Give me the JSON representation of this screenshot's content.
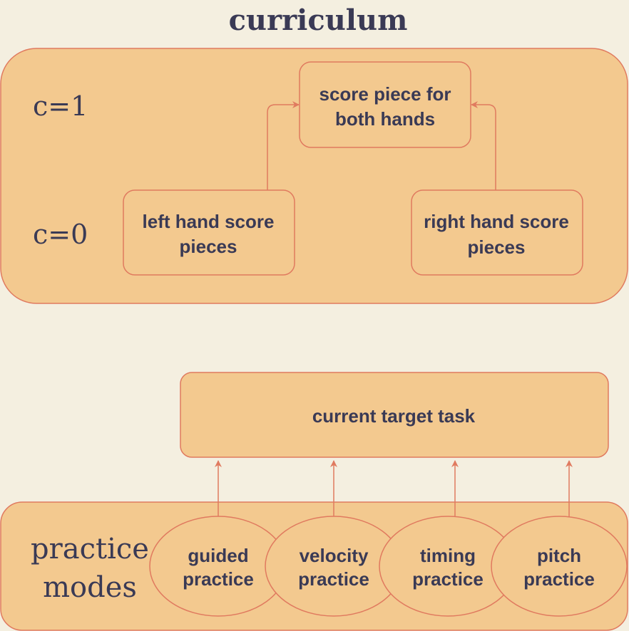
{
  "title": "curriculum",
  "colors": {
    "background": "#F4EFE0",
    "fill": "#F3C98F",
    "stroke": "#E07A5F",
    "text": "#3A3A55"
  },
  "curriculum": {
    "levels": [
      "c=1",
      "c=0"
    ],
    "nodes": {
      "both_hands": [
        "score piece for",
        "both hands"
      ],
      "left_hand": [
        "left hand score",
        "pieces"
      ],
      "right_hand": [
        "right hand score",
        "pieces"
      ]
    }
  },
  "target_task": "current target task",
  "practice": {
    "label": [
      "practice",
      "modes"
    ],
    "modes": [
      [
        "guided",
        "practice"
      ],
      [
        "velocity",
        "practice"
      ],
      [
        "timing",
        "practice"
      ],
      [
        "pitch",
        "practice"
      ]
    ]
  }
}
